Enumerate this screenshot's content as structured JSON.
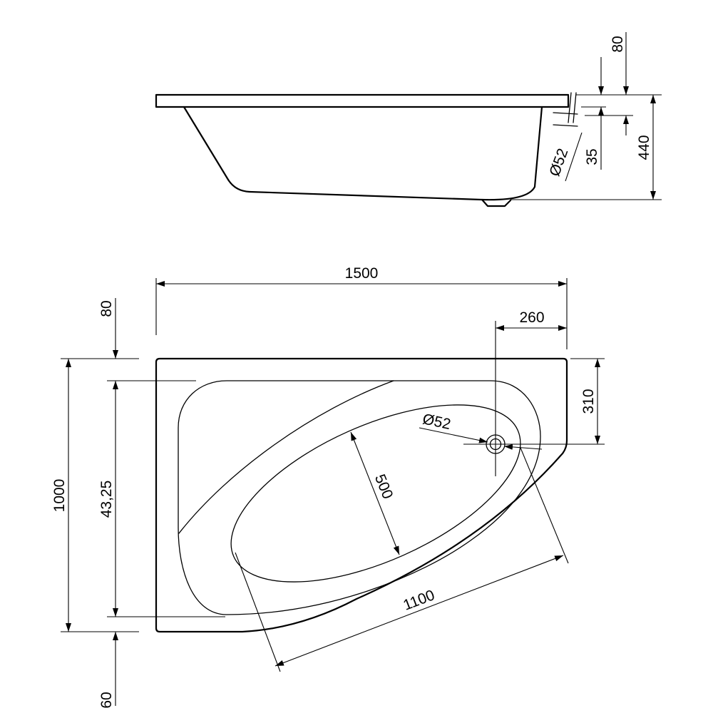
{
  "side_view": {
    "dim_rim_thickness": "80",
    "dim_drain_offset": "35",
    "dim_height": "440",
    "dim_drain_diameter": "Ø52"
  },
  "top_view": {
    "dim_length": "1500",
    "dim_drain_from_right": "260",
    "dim_drain_from_top": "310",
    "dim_width": "1000",
    "dim_top_rim": "80",
    "dim_inner_depth": "43,25",
    "dim_bottom_offset": "60",
    "dim_drain_diameter": "Ø52",
    "dim_bowl_width": "500",
    "dim_bowl_length": "1100"
  }
}
